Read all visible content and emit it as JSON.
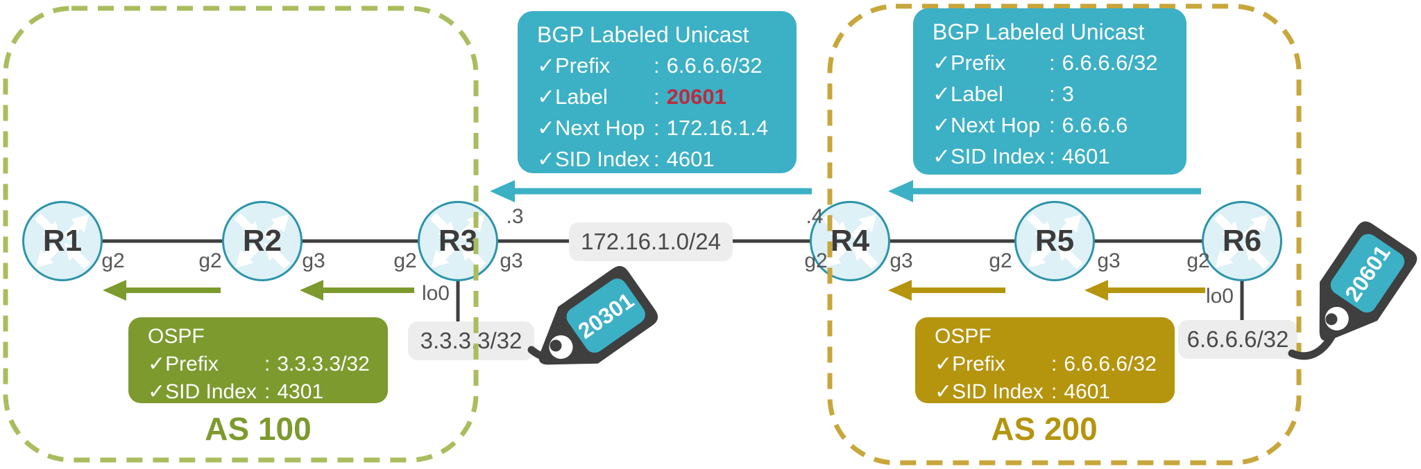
{
  "colors": {
    "teal": "#3cb0c5",
    "red_label": "#bb2b3e",
    "olive": "#7d9a2e",
    "olive_dash": "#a9bd5e",
    "gold": "#b5940e",
    "gold_dash": "#c8a63b",
    "line_dark": "#3f3f3f",
    "router_fill": "#ddf1f7",
    "router_border": "#2c93a9",
    "pill_bg": "#ededed"
  },
  "as_domains": [
    {
      "label": "AS 100"
    },
    {
      "label": "AS 200"
    }
  ],
  "routers": [
    "R1",
    "R2",
    "R3",
    "R4",
    "R5",
    "R6"
  ],
  "interfaces": [
    "g2",
    "g2",
    "g3",
    "g2",
    "g3",
    "g2",
    "g3",
    "g2",
    "g3",
    "g2"
  ],
  "link": {
    "subnet": "172.16.1.0/24",
    "left_host": ".3",
    "right_host": ".4"
  },
  "loopbacks": [
    {
      "port": "lo0",
      "address": "3.3.3.3/32"
    },
    {
      "port": "lo0",
      "address": "6.6.6.6/32"
    }
  ],
  "mpls_tags": [
    {
      "value": "20301"
    },
    {
      "value": "20601"
    }
  ],
  "bgp_boxes": [
    {
      "title": "BGP Labeled Unicast",
      "rows": [
        {
          "label": "✓Prefix",
          "sep": ":",
          "value": "6.6.6.6/32"
        },
        {
          "label": "✓Label",
          "sep": ":",
          "value": "20601"
        },
        {
          "label": "✓Next Hop",
          "sep": ":",
          "value": "172.16.1.4"
        },
        {
          "label": "✓SID Index",
          "sep": ":",
          "value": "4601"
        }
      ]
    },
    {
      "title": "BGP Labeled Unicast",
      "rows": [
        {
          "label": "✓Prefix",
          "sep": ":",
          "value": "6.6.6.6/32"
        },
        {
          "label": "✓Label",
          "sep": ":",
          "value": "3"
        },
        {
          "label": "✓Next Hop",
          "sep": ":",
          "value": "6.6.6.6"
        },
        {
          "label": "✓SID Index",
          "sep": ":",
          "value": "4601"
        }
      ]
    }
  ],
  "ospf_boxes": [
    {
      "title": "OSPF",
      "rows": [
        {
          "label": "✓Prefix",
          "sep": ":",
          "value": "3.3.3.3/32"
        },
        {
          "label": "✓SID Index",
          "sep": ":",
          "value": "4301"
        }
      ]
    },
    {
      "title": "OSPF",
      "rows": [
        {
          "label": "✓Prefix",
          "sep": ":",
          "value": "6.6.6.6/32"
        },
        {
          "label": "✓SID Index",
          "sep": ":",
          "value": "4601"
        }
      ]
    }
  ]
}
